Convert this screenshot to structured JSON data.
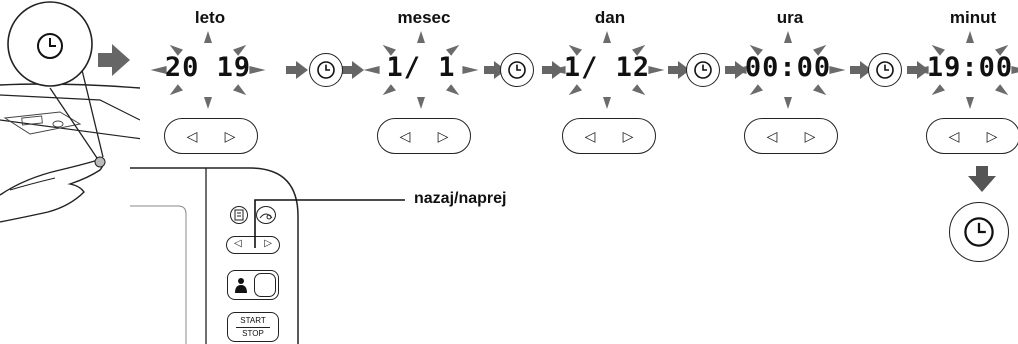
{
  "steps": [
    {
      "label": "leto",
      "display": "20 19"
    },
    {
      "label": "mesec",
      "display": "1/ 1"
    },
    {
      "label": "dan",
      "display": "1/ 12"
    },
    {
      "label": "ura",
      "display": "00:00"
    },
    {
      "label": "minut",
      "display": "19:00"
    }
  ],
  "callout": "nazaj/naprej",
  "device": {
    "start_label": "START",
    "stop_label": "STOP"
  },
  "icons": {
    "clock": "clock-icon",
    "left": "triangle-left-icon",
    "right": "triangle-right-icon",
    "flow_arrow": "arrow-right-icon"
  },
  "glyphs": {
    "left": "◁",
    "right": "▷"
  },
  "colors": {
    "arrow": "#666666",
    "burst": "#6b6b6b",
    "line": "#222222"
  }
}
